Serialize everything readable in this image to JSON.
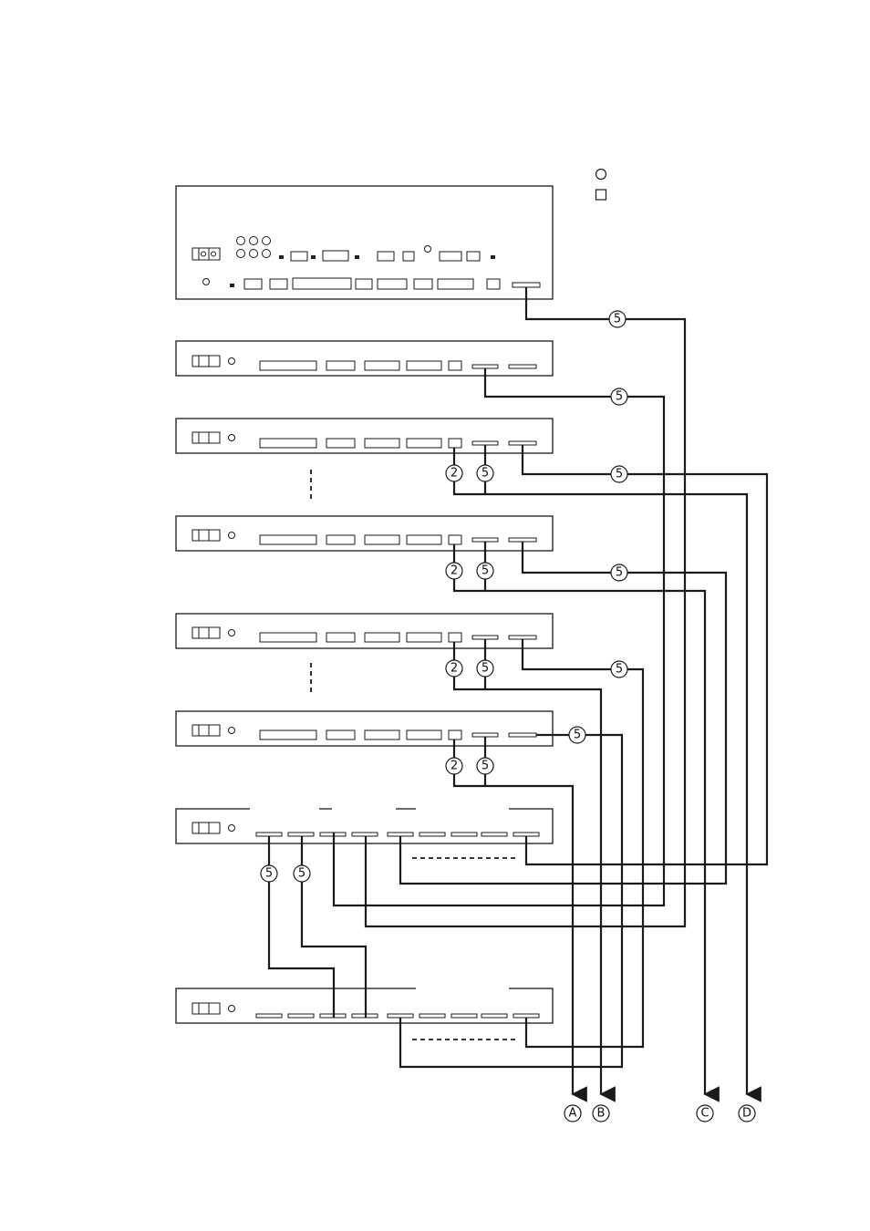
{
  "legend": {
    "circle_symbol_label": "",
    "square_symbol_label": ""
  },
  "cable_labels": {
    "cable_2": "2",
    "cable_5": "5"
  },
  "destinations": {
    "a": "A",
    "b": "B",
    "c": "C",
    "d": "D"
  },
  "colors": {
    "line": "#1a1a1a",
    "background": "#ffffff"
  }
}
